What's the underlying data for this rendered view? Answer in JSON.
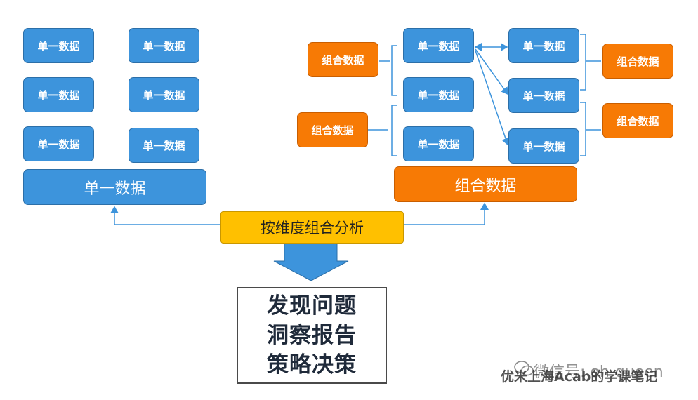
{
  "left_group": {
    "item_label": "单一数据",
    "summary": "单一数据"
  },
  "right_group": {
    "single_label": "单一数据",
    "combo_label": "组合数据",
    "summary": "组合数据"
  },
  "center": {
    "method": "按维度组合分析",
    "outcomes": [
      "发现问题",
      "洞察报告",
      "策略决策"
    ]
  },
  "watermark": {
    "line1": "微信号: oh-queen",
    "line2": "优米上海Acab的学课笔记"
  },
  "colors": {
    "blue": "#3d94dc",
    "orange": "#f77a05",
    "yellow": "#ffc000",
    "arrow": "#3d94dc"
  }
}
